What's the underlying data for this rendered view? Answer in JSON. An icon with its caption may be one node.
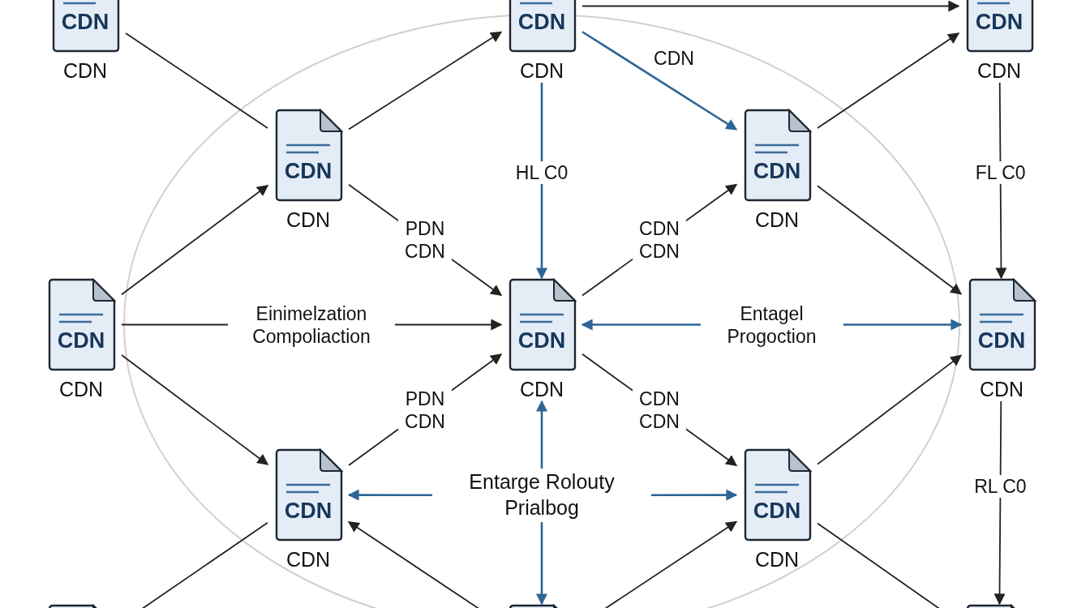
{
  "diagram": {
    "nodes": [
      {
        "text": [
          "CDN"
        ],
        "beside": [
          "CDN"
        ]
      },
      {
        "text": [
          "CDN"
        ],
        "beside": [
          "CDN"
        ]
      },
      {
        "text": [
          "CDN"
        ],
        "beside": [
          "CDN"
        ]
      },
      {
        "text": [
          "CDN"
        ],
        "beside": [
          "CDN"
        ]
      },
      {
        "text": [
          "CDN"
        ],
        "beside": [
          "CDN"
        ]
      },
      {
        "text": [
          "CDN"
        ],
        "beside": [
          "CDN"
        ]
      },
      {
        "text": [
          "CDN"
        ],
        "beside": [
          "CDN"
        ]
      },
      {
        "text": [
          "CDN"
        ],
        "beside": [
          "CDN"
        ]
      },
      {
        "text": [
          "CDN"
        ],
        "beside": [
          "CDN"
        ]
      },
      {
        "text": [
          "Entarge Rolouty Prialbog"
        ]
      },
      {
        "text": [
          "CDN"
        ],
        "beside": [
          "CDN"
        ]
      },
      {
        "text": [],
        "shape": "box"
      },
      {
        "text": [],
        "shape": "box"
      },
      {
        "text": [],
        "shape": "box"
      }
    ],
    "edges": [
      {
        "from": 0,
        "to": 3,
        "arrow": "none"
      },
      {
        "from": 3,
        "to": 1,
        "arrow": "to"
      },
      {
        "from": 1,
        "to": 2,
        "arrow": "to"
      },
      {
        "from": 1,
        "to": 4,
        "arrow": "to",
        "label": "CDN",
        "color": "#2d6596"
      },
      {
        "from": 4,
        "to": 2,
        "arrow": "to"
      },
      {
        "from": 1,
        "to": 6,
        "arrow": "to",
        "label": "HL C0",
        "color": "#2d6596"
      },
      {
        "from": 2,
        "to": 7,
        "arrow": "to",
        "label": "FL C0"
      },
      {
        "from": 5,
        "to": 3,
        "arrow": "to"
      },
      {
        "from": 3,
        "to": 6,
        "arrow": "to",
        "label": "PDN CDN"
      },
      {
        "from": 6,
        "to": 4,
        "arrow": "to",
        "label": "CDN CDN"
      },
      {
        "from": 4,
        "to": 7,
        "arrow": "to"
      },
      {
        "from": 5,
        "to": 6,
        "arrow": "to",
        "label": "Einimelzation Compoliaction"
      },
      {
        "from": 6,
        "to": 7,
        "arrow": "both",
        "label": "Entagel Progoction",
        "color": "#2d6596"
      },
      {
        "from": 5,
        "to": 8,
        "arrow": "to"
      },
      {
        "from": 8,
        "to": 6,
        "arrow": "to",
        "label": "PDN CDN"
      },
      {
        "from": 6,
        "to": 10,
        "arrow": "to",
        "label": "CDN CDN"
      },
      {
        "from": 10,
        "to": 7,
        "arrow": "to"
      },
      {
        "from": 7,
        "to": 13,
        "arrow": "to",
        "label": "RL C0"
      },
      {
        "from": 9,
        "to": 6,
        "arrow": "to",
        "color": "#2d6596"
      },
      {
        "from": 9,
        "to": 8,
        "arrow": "to",
        "color": "#2d6596"
      },
      {
        "from": 9,
        "to": 10,
        "arrow": "to",
        "color": "#2d6596"
      },
      {
        "from": 9,
        "to": 12,
        "arrow": "to",
        "color": "#2d6596"
      },
      {
        "from": 11,
        "to": 8,
        "arrow": "none"
      },
      {
        "from": 12,
        "to": 8,
        "arrow": "to"
      },
      {
        "from": 12,
        "to": 10,
        "arrow": "to"
      },
      {
        "from": 10,
        "to": 13,
        "arrow": "none"
      }
    ]
  }
}
